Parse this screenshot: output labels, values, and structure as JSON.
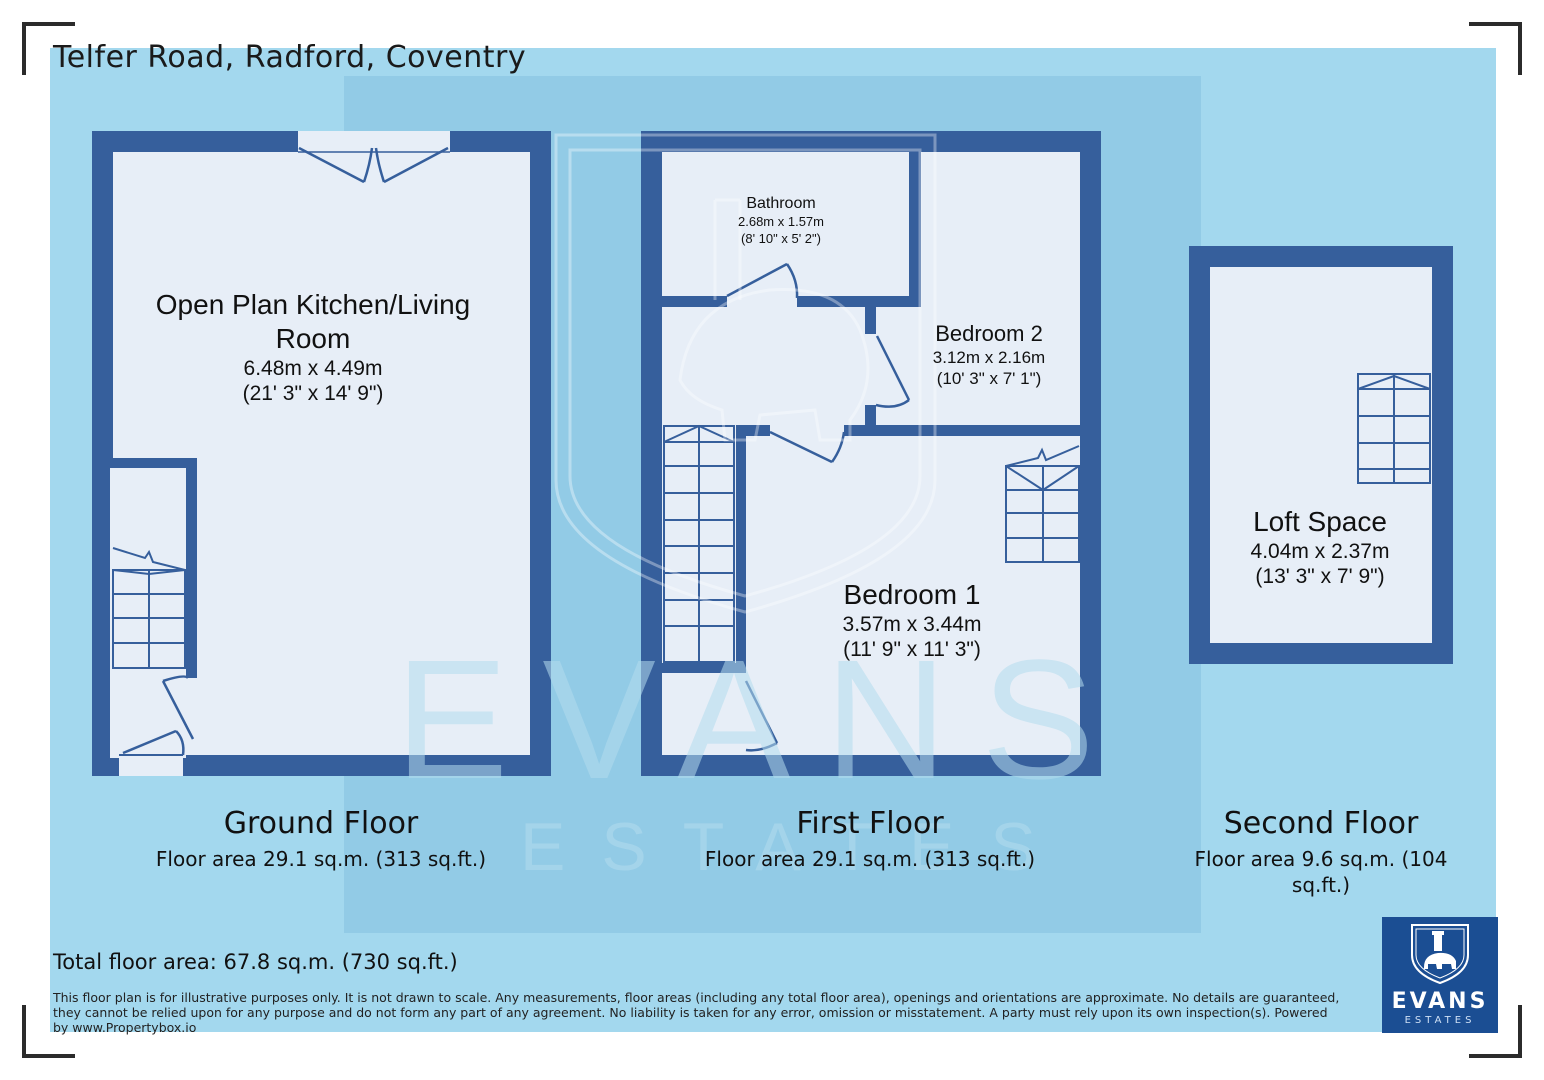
{
  "title": "Telfer Road, Radford, Coventry",
  "watermark": {
    "name": "EVANS",
    "sub": "ESTATES"
  },
  "rooms": {
    "kitchen": {
      "name_line1": "Open Plan Kitchen/Living",
      "name_line2": "Room",
      "metric": "6.48m x 4.49m",
      "imperial": "(21' 3\" x 14' 9\")"
    },
    "bathroom": {
      "name": "Bathroom",
      "metric": "2.68m x 1.57m",
      "imperial": "(8' 10\" x 5' 2\")"
    },
    "bedroom2": {
      "name": "Bedroom 2",
      "metric": "3.12m x 2.16m",
      "imperial": "(10' 3\" x 7' 1\")"
    },
    "bedroom1": {
      "name": "Bedroom 1",
      "metric": "3.57m x 3.44m",
      "imperial": "(11' 9\" x 11' 3\")"
    },
    "loft": {
      "name": "Loft Space",
      "metric": "4.04m x 2.37m",
      "imperial": "(13' 3\" x 7' 9\")"
    }
  },
  "floors": {
    "ground": {
      "name": "Ground Floor",
      "area": "Floor area 29.1 sq.m. (313 sq.ft.)"
    },
    "first": {
      "name": "First Floor",
      "area": "Floor area 29.1 sq.m. (313 sq.ft.)"
    },
    "second": {
      "name": "Second Floor",
      "area": "Floor area 9.6 sq.m. (104 sq.ft.)"
    }
  },
  "total": "Total floor area: 67.8 sq.m. (730 sq.ft.)",
  "disclaimer": "This floor plan is for illustrative purposes only. It is not drawn to scale. Any measurements, floor areas (including any total floor area), openings and orientations are approximate. No details are guaranteed, they cannot be relied upon for any purpose and do not form any part of any agreement. No liability is taken for any error, omission or misstatement. A party must rely upon its own inspection(s). Powered by www.Propertybox.io",
  "logo": {
    "name": "EVANS",
    "sub": "ESTATES"
  },
  "colors": {
    "wall": "#365f9c",
    "floor": "#e7eef7",
    "background": "#a3d8ee",
    "logo": "#1b4e93"
  }
}
